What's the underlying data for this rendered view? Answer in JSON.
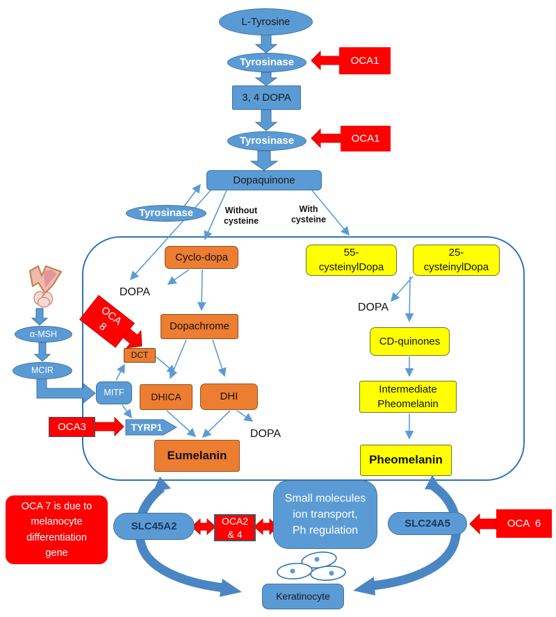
{
  "pathway": {
    "l_tyrosine": "L-Tyrosine",
    "tyrosinase_top": "Tyrosinase",
    "tyrosinase_mid": "Tyrosinase",
    "tyrosinase_left": "Tyrosinase",
    "dopa_34": "3, 4 DOPA",
    "dopaquinone": "Dopaquinone",
    "without_cysteine": "Without\ncysteine",
    "with_cysteine": "With\ncysteine",
    "cyclo_dopa": "Cyclo-dopa",
    "cysteinyl_55": "55-\ncysteinylDopa",
    "cysteinyl_25": "25-\ncysteinylDopa",
    "dopa_left": "DOPA",
    "dopa_right": "DOPA",
    "dopa_mid": "DOPA",
    "dopachrome": "Dopachrome",
    "cd_quinones": "CD-quinones",
    "dct": "DCT",
    "intermediate_pheomelanin": "Intermediate\nPheomelanin",
    "mitf": "MITF",
    "dhica": "DHICA",
    "dhi": "DHI",
    "tyrp1": "TYRP1",
    "eumelanin": "Eumelanin",
    "pheomelanin": "Pheomelanin",
    "alpha_msh": "α-MSH",
    "mcir": "MCIR"
  },
  "oca": {
    "oca1_top": "OCA1",
    "oca1_mid": "OCA1",
    "oca8": "OCA\n8",
    "oca3": "OCA3",
    "oca7": "OCA 7 is due to\nmelanocyte\ndifferentiation\ngene",
    "oca2_4": "OCA2\n& 4",
    "oca6": "OCA  6"
  },
  "transport": {
    "slc45a2": "SLC45A2",
    "slc24a5": "SLC24A5",
    "small_molecules": "Small molecules\nion transport,\nPh regulation",
    "keratinocyte": "Keratinocyte"
  },
  "colors": {
    "node_blue": "#5B9BD5",
    "node_blue_border": "#41719C",
    "node_orange": "#ED7D31",
    "node_yellow": "#FFFF00",
    "accent_red": "#FF0000",
    "arrow_blue": "#4B86C4",
    "container_border": "#2E74B5"
  }
}
